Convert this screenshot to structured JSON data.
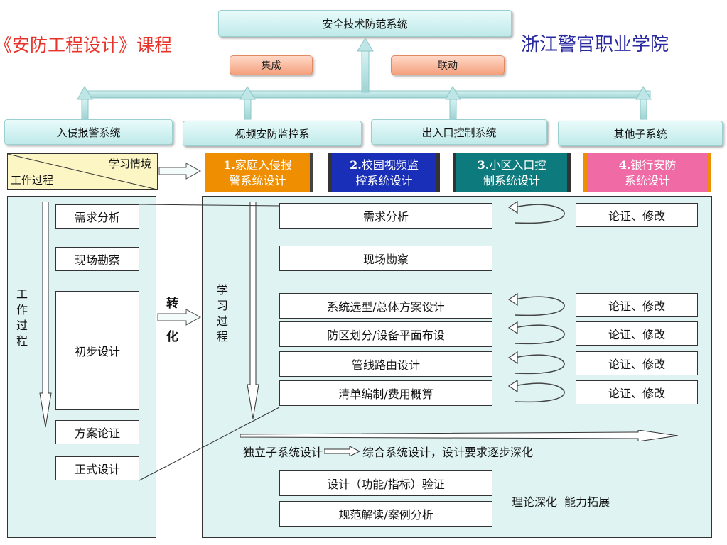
{
  "header": {
    "course_title": "《安防工程设计》课程",
    "institution": "浙江警官职业学院"
  },
  "top_system": "安全技术防范系统",
  "links": [
    "集成",
    "联动"
  ],
  "subsystems": [
    "入侵报警系统",
    "视频安防监控系",
    "出入口控制系统",
    "其他子系统"
  ],
  "corner": {
    "top": "学习情境",
    "bottom": "工作过程"
  },
  "scenarios": [
    {
      "num": "1.",
      "line1": "家庭入侵报",
      "line2": "警系统设计",
      "color": "#ef8e00"
    },
    {
      "num": "2.",
      "line1": "校园视频监",
      "line2": "控系统设计",
      "color": "#1a2fb8"
    },
    {
      "num": "3.",
      "line1": "小区入口控",
      "line2": "制系统设计",
      "color": "#0d7b7e"
    },
    {
      "num": "4.",
      "line1": "银行安防",
      "line2": "系统设计",
      "color": "#f06aa6"
    }
  ],
  "work_process": {
    "vertical_label": [
      "工",
      "作",
      "过",
      "程"
    ],
    "steps": [
      "需求分析",
      "现场勘察",
      "初步设计",
      "方案论证",
      "正式设计"
    ]
  },
  "transform": {
    "line1": "转",
    "line2": "化"
  },
  "learning_process": {
    "vertical_label": [
      "学",
      "习",
      "过",
      "程"
    ],
    "steps": [
      "需求分析",
      "现场勘察",
      "系统选型/总体方案设计",
      "防区划分/设备平面布设",
      "管线路由设计",
      "清单编制/费用概算"
    ],
    "feedback": "论证、修改",
    "progression": "独立子系统设计",
    "progression_rest": "综合系统设计，设计要求逐步深化"
  },
  "extension": {
    "items": [
      "设计（功能/指标）验证",
      "规范解读/案例分析"
    ],
    "label": "理论深化  能力拓展"
  }
}
